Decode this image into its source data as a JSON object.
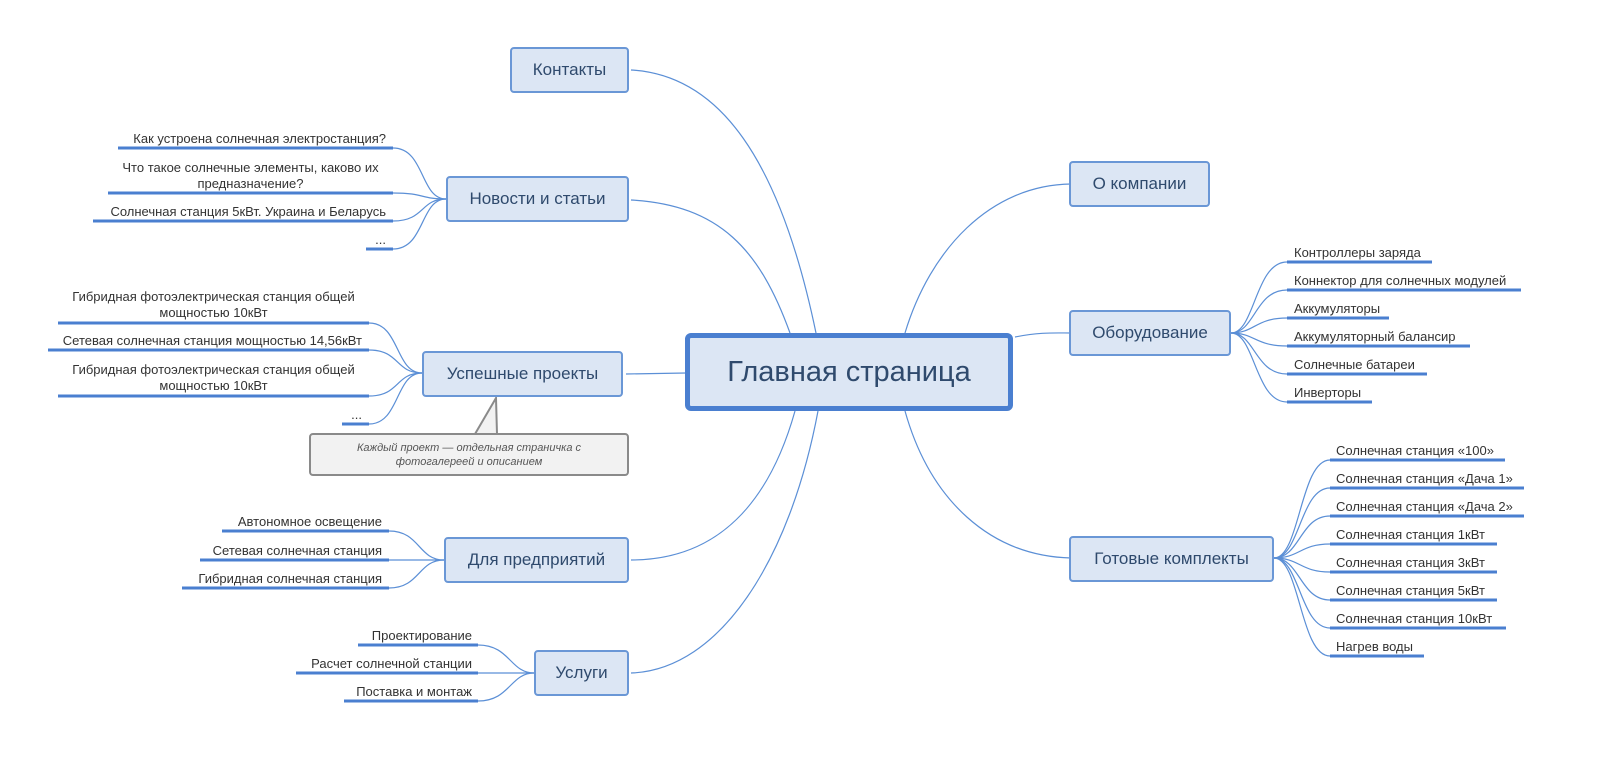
{
  "central": "Главная страница",
  "branches": {
    "contacts": "Контакты",
    "news": "Новости и статьи",
    "projects": "Успешные проекты",
    "business": "Для предприятий",
    "services": "Услуги",
    "about": "О компании",
    "equipment": "Оборудование",
    "kits": "Готовые комплекты"
  },
  "news_items": [
    "Как устроена солнечная электростанция?",
    "Что такое солнечные элементы, каково их предназначение?",
    "Солнечная станция 5кВт. Украина и Беларусь",
    "..."
  ],
  "project_items": [
    "Гибридная фотоэлектрическая станция общей мощностью 10кВт",
    "Сетевая солнечная станция мощностью 14,56кВт",
    "Гибридная фотоэлектрическая станция общей мощностью 10кВт",
    "..."
  ],
  "project_callout": "Каждый проект — отдельная страничка с фотогалереей и описанием",
  "business_items": [
    "Автономное освещение",
    "Сетевая солнечная станция",
    "Гибридная солнечная станция"
  ],
  "service_items": [
    "Проектирование",
    "Расчет солнечной станции",
    "Поставка и монтаж"
  ],
  "equipment_items": [
    "Контроллеры заряда",
    "Коннектор для солнечных модулей",
    "Аккумуляторы",
    "Аккумуляторный балансир",
    "Солнечные батареи",
    "Инверторы"
  ],
  "kit_items": [
    "Солнечная станция «100»",
    "Солнечная станция «Дача 1»",
    "Солнечная станция «Дача 2»",
    "Солнечная станция 1кВт",
    "Солнечная станция 3кВт",
    "Солнечная станция 5кВт",
    "Солнечная станция 10кВт",
    "Нагрев воды"
  ],
  "colors": {
    "line": "#5b8fd6",
    "node_fill": "#dce6f4",
    "node_border": "#6a97d6",
    "text": "#2f4a6d"
  }
}
